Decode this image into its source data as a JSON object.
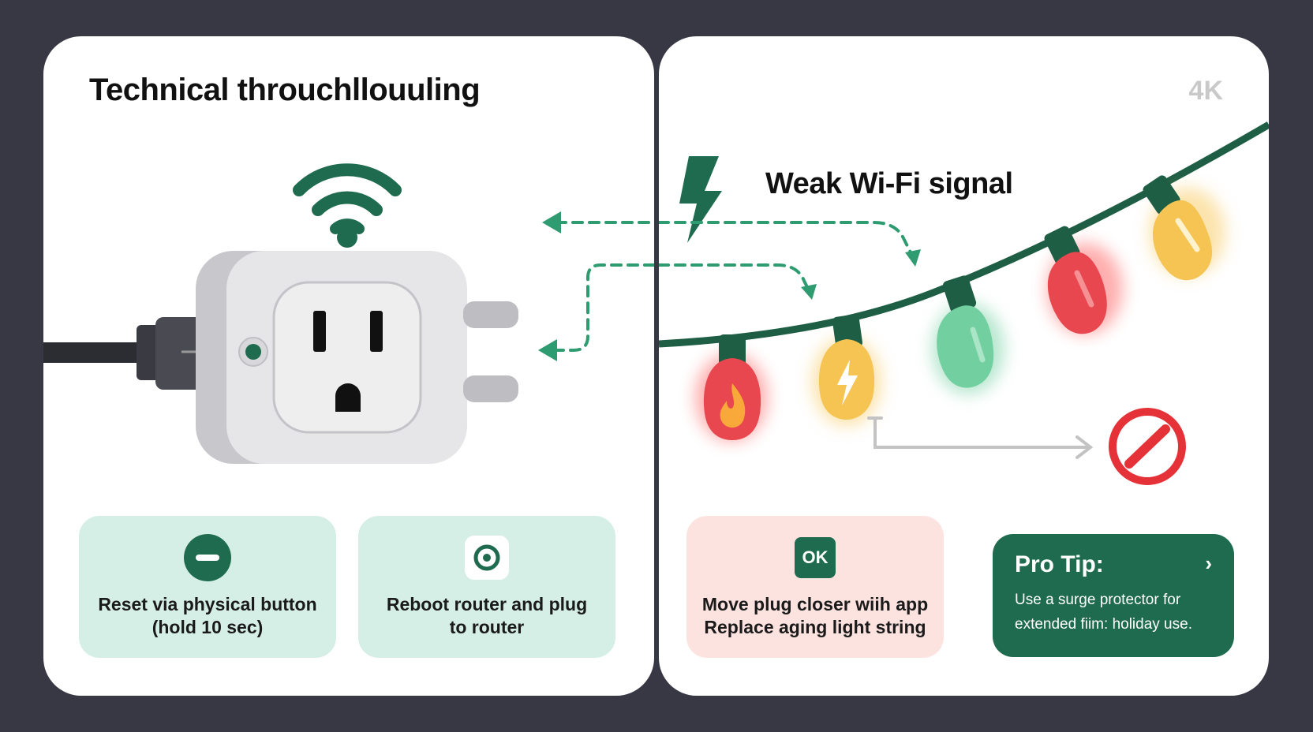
{
  "left_panel": {
    "title": "Technical throuchllouuling",
    "cards": [
      {
        "text": "Reset via physical button\n(hold 10 sec)",
        "icon": "minus-circle-icon"
      },
      {
        "text": "Reboot router and plug\nto router",
        "icon": "target-icon"
      }
    ]
  },
  "right_panel": {
    "quality_badge": "4K",
    "problem_label": "Weak Wi-Fi signal",
    "move_card": {
      "badge": "OK",
      "text": "Move plug closer wiih app\nReplace aging light string"
    },
    "pro_tip": {
      "title": "Pro Tip:",
      "chevron": "›",
      "body": "Use a surge protector for\nextended fiim: holiday use."
    }
  },
  "icons": [
    "wifi-icon",
    "smart-plug-icon",
    "power-cord-icon",
    "lightning-bolt-icon",
    "light-bulb-icon",
    "flame-icon",
    "no-sign-icon",
    "dashed-arrow-icon"
  ],
  "colors": {
    "background": "#383845",
    "accent_green": "#1f6b4f",
    "card_mint": "#d6efe6",
    "card_pink": "#fde3e0",
    "bulb_red": "#e8474f",
    "bulb_yellow": "#f7c85a",
    "bulb_green": "#6fcf9f",
    "no_sign_red": "#e53238"
  }
}
